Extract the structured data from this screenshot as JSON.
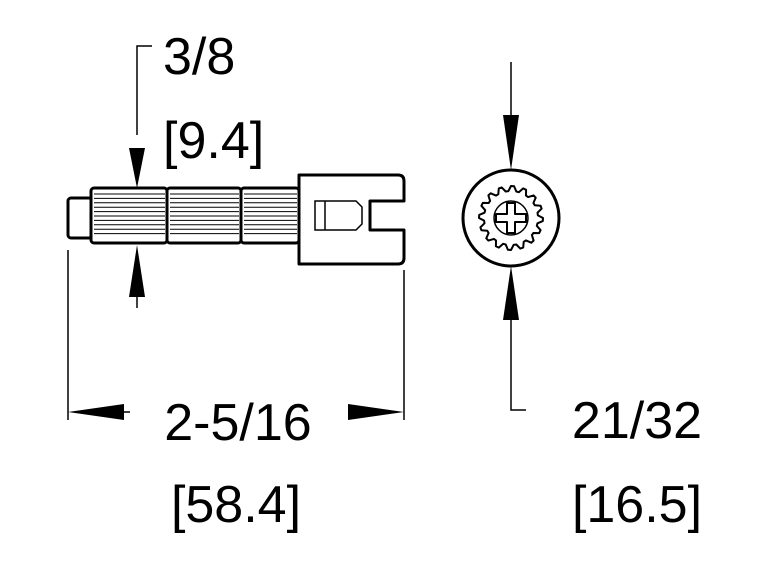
{
  "dimensions": {
    "diameter": {
      "imperial": "3/8",
      "metric": "[9.4]"
    },
    "length": {
      "imperial": "2-5/16",
      "metric": "[58.4]"
    },
    "head_diameter": {
      "imperial": "21/32",
      "metric": "[16.5]"
    }
  },
  "colors": {
    "line": "#000000",
    "background": "#ffffff"
  }
}
